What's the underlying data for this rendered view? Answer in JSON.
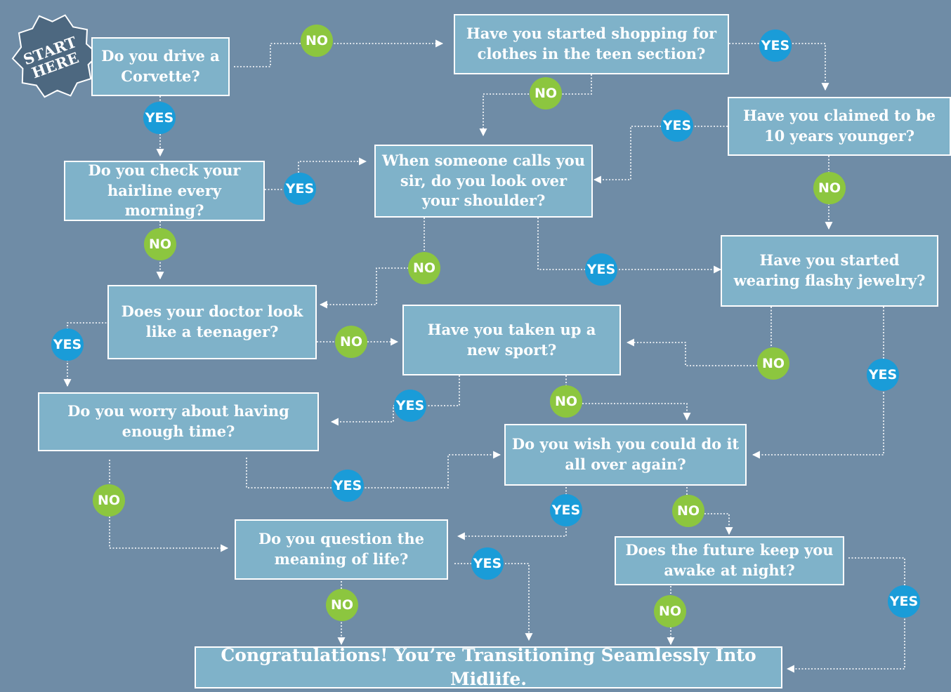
{
  "colors": {
    "background": "#6f8ca6",
    "box": "#7fb2c9",
    "yes": "#1a9cd8",
    "no": "#8cc63f",
    "start_badge": "#4d6880"
  },
  "start": {
    "line1": "START",
    "line2": "HERE"
  },
  "questions": {
    "q1": "Do you drive a Corvette?",
    "q2": "Have you started shopping for clothes in the teen section?",
    "q3": "Have you claimed to be 10 years younger?",
    "q4": "Do you check your hairline every morning?",
    "q5": "When someone calls you sir, do you look over your shoulder?",
    "q6": "Have you started wearing flashy jewelry?",
    "q7": "Does your doctor look like a teenager?",
    "q8": "Have you taken up a new sport?",
    "q9": "Do you worry about having enough time?",
    "q10": "Do you wish you could do it all over again?",
    "q11": "Do you question the meaning of life?",
    "q12": "Does the future keep you awake at night?"
  },
  "result": "Congratulations! You’re Transitioning Seamlessly Into Midlife.",
  "answers": {
    "yes": "YES",
    "no": "NO"
  },
  "edges": [
    {
      "from": "q1",
      "to": "q2",
      "answer": "no"
    },
    {
      "from": "q1",
      "to": "q4",
      "answer": "yes"
    },
    {
      "from": "q2",
      "to": "q3",
      "answer": "yes"
    },
    {
      "from": "q2",
      "to": "q5",
      "answer": "no"
    },
    {
      "from": "q3",
      "to": "q5",
      "answer": "yes"
    },
    {
      "from": "q3",
      "to": "q6",
      "answer": "no"
    },
    {
      "from": "q4",
      "to": "q5",
      "answer": "yes"
    },
    {
      "from": "q4",
      "to": "q7",
      "answer": "no"
    },
    {
      "from": "q5",
      "to": "q7",
      "answer": "no"
    },
    {
      "from": "q5",
      "to": "q6",
      "answer": "yes"
    },
    {
      "from": "q6",
      "to": "q8",
      "answer": "no"
    },
    {
      "from": "q6",
      "to": "q10",
      "answer": "yes"
    },
    {
      "from": "q7",
      "to": "q8",
      "answer": "no"
    },
    {
      "from": "q7",
      "to": "q9",
      "answer": "yes"
    },
    {
      "from": "q8",
      "to": "q9",
      "answer": "yes"
    },
    {
      "from": "q8",
      "to": "q10",
      "answer": "no"
    },
    {
      "from": "q9",
      "to": "q10",
      "answer": "yes"
    },
    {
      "from": "q9",
      "to": "q11",
      "answer": "no"
    },
    {
      "from": "q10",
      "to": "q11",
      "answer": "yes"
    },
    {
      "from": "q10",
      "to": "q12",
      "answer": "no"
    },
    {
      "from": "q11",
      "to": "result",
      "answer": "yes"
    },
    {
      "from": "q11",
      "to": "result",
      "answer": "no"
    },
    {
      "from": "q12",
      "to": "result",
      "answer": "no"
    },
    {
      "from": "q12",
      "to": "result",
      "answer": "yes"
    }
  ]
}
